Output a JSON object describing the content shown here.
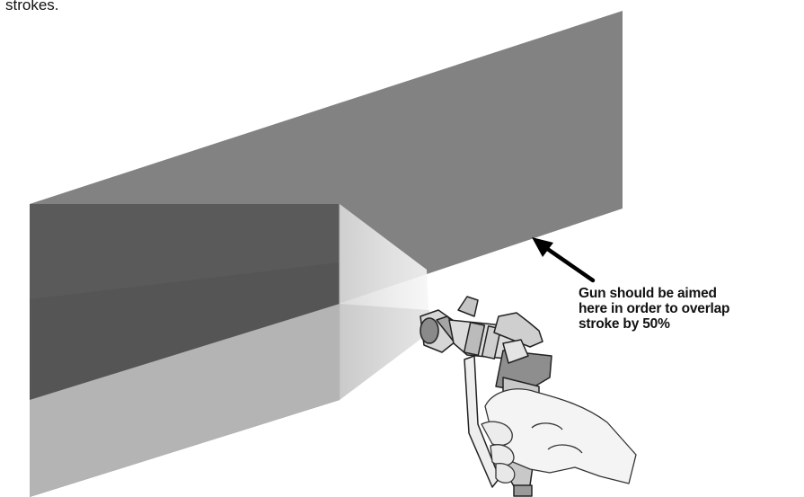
{
  "top_text": "strokes.",
  "callout": {
    "lines": [
      "Gun should be aimed",
      "here in order to overlap",
      "stroke by 50%"
    ]
  },
  "colors": {
    "wall": "#828282",
    "first_stroke": "#5a5a5a",
    "lower_wall": "#b4b4b4",
    "arrow": "#000000"
  },
  "icons": [
    "spray-gun-icon",
    "hand-icon",
    "arrow-icon"
  ]
}
